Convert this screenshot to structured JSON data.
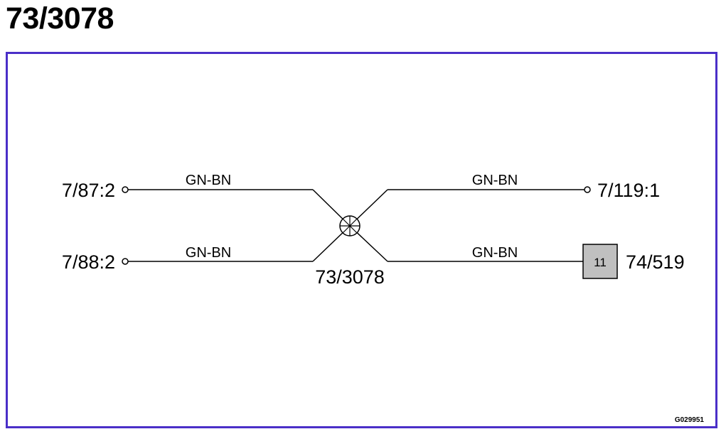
{
  "title": "73/3078",
  "connectors": {
    "left_top": "7/87:2",
    "left_bottom": "7/88:2",
    "right_top": "7/119:1",
    "right_bottom_pin": "11",
    "right_bottom": "74/519"
  },
  "wires": {
    "left_top": "GN-BN",
    "left_bottom": "GN-BN",
    "right_top": "GN-BN",
    "right_bottom": "GN-BN"
  },
  "splice": {
    "label": "73/3078"
  },
  "drawing_code": "G029951",
  "colors": {
    "frame": "#4a2fc8",
    "pin_box_fill": "#c0c0c0",
    "line": "#000000"
  }
}
